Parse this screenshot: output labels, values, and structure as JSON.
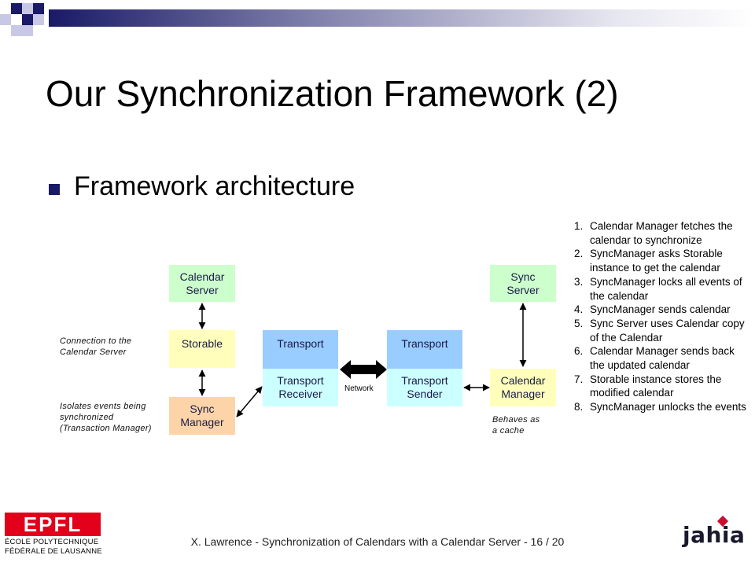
{
  "slide": {
    "title": "Our Synchronization Framework (2)",
    "bullet": "Framework architecture"
  },
  "diagram": {
    "calendar_server": "Calendar\nServer",
    "storable": "Storable",
    "sync_manager": "Sync\nManager",
    "transport_left_top": "Transport",
    "transport_receiver": "Transport\nReceiver",
    "transport_right_top": "Transport",
    "transport_sender": "Transport\nSender",
    "sync_server": "Sync\nServer",
    "calendar_manager": "Calendar\nManager",
    "network": "Network",
    "note_connection": "Connection  to the\nCalendar  Server",
    "note_isolates": "Isolates events being\nsynchronized\n(Transaction  Manager)",
    "note_cache": "Behaves as\na cache"
  },
  "steps": [
    {
      "num": "1.",
      "text": "Calendar Manager fetches the calendar to synchronize"
    },
    {
      "num": "2.",
      "text": "SyncManager asks Storable instance to get the calendar"
    },
    {
      "num": "3.",
      "text": "SyncManager locks all events of the calendar"
    },
    {
      "num": "4.",
      "text": "SyncManager sends calendar"
    },
    {
      "num": "5.",
      "text": "Sync Server uses Calendar copy of the Calendar"
    },
    {
      "num": "6.",
      "text": "Calendar Manager sends back the updated calendar"
    },
    {
      "num": "7.",
      "text": "Storable instance stores the modified calendar"
    },
    {
      "num": "8.",
      "text": "SyncManager unlocks the events"
    }
  ],
  "footer": {
    "text": "X. Lawrence - Synchronization of Calendars with a Calendar Server - 16 / 20",
    "epfl_logo_text": "EPFL",
    "epfl_line1": "ÉCOLE POLYTECHNIQUE",
    "epfl_line2": "FÉDÉRALE DE LAUSANNE",
    "jahia_logo_text": "jahia"
  },
  "colors": {
    "accent_navy": "#1a1a66",
    "epfl_red": "#e2001a",
    "jahia_red": "#c8102e"
  }
}
